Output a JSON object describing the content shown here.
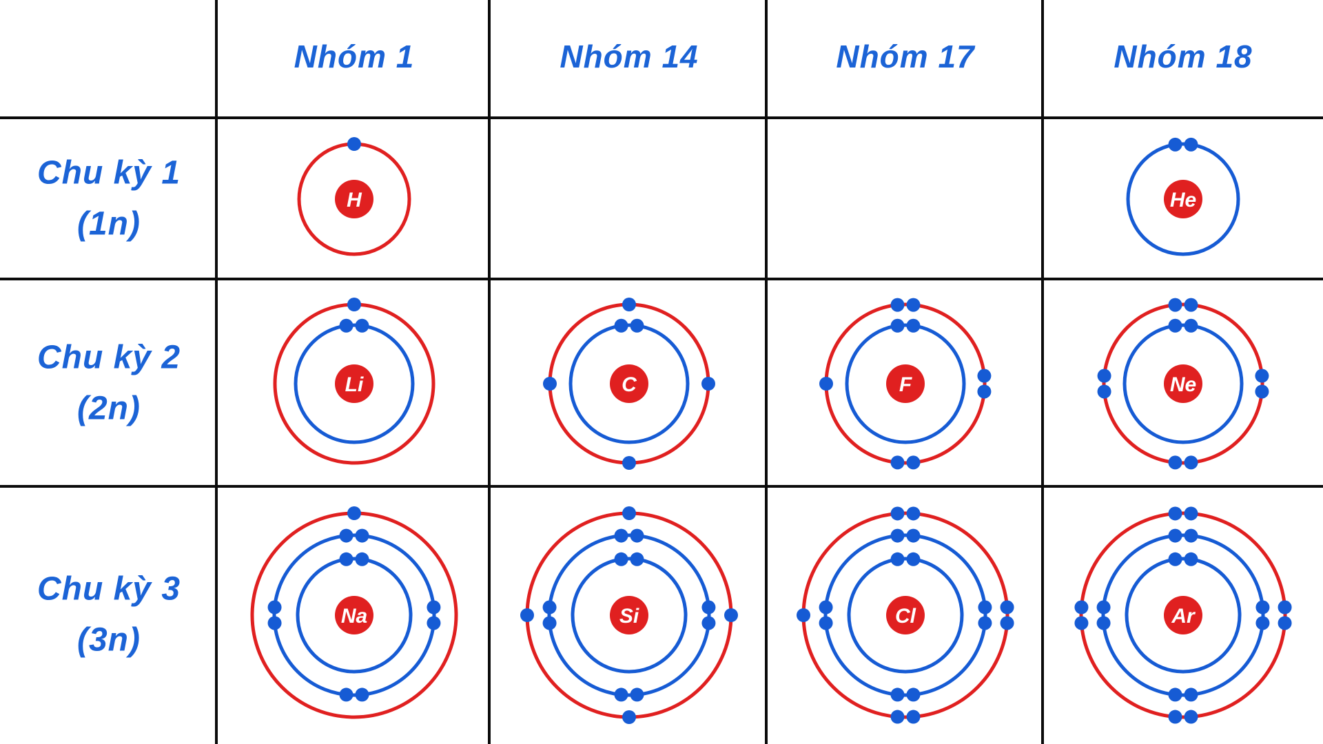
{
  "columns": [
    "Nhóm 1",
    "Nhóm 14",
    "Nhóm 17",
    "Nhóm 18"
  ],
  "rows": [
    {
      "label": "Chu kỳ 1",
      "sublabel": "(1n)",
      "cells": [
        {
          "symbol": "H",
          "electrons_per_shell": [
            1
          ],
          "shells": [
            {
              "color": "red",
              "electrons": [
                {
                  "angle": 90,
                  "pair": false
                }
              ]
            }
          ]
        },
        null,
        null,
        {
          "symbol": "He",
          "electrons_per_shell": [
            2
          ],
          "shells": [
            {
              "color": "blue",
              "electrons": [
                {
                  "angle": 90,
                  "pair": true
                }
              ]
            }
          ]
        }
      ]
    },
    {
      "label": "Chu kỳ 2",
      "sublabel": "(2n)",
      "cells": [
        {
          "symbol": "Li",
          "electrons_per_shell": [
            2,
            1
          ],
          "shells": [
            {
              "color": "blue",
              "electrons": [
                {
                  "angle": 90,
                  "pair": true
                }
              ]
            },
            {
              "color": "red",
              "electrons": [
                {
                  "angle": 90,
                  "pair": false
                }
              ]
            }
          ]
        },
        {
          "symbol": "C",
          "electrons_per_shell": [
            2,
            4
          ],
          "shells": [
            {
              "color": "blue",
              "electrons": [
                {
                  "angle": 90,
                  "pair": true
                }
              ]
            },
            {
              "color": "red",
              "electrons": [
                {
                  "angle": 90,
                  "pair": false
                },
                {
                  "angle": 0,
                  "pair": false
                },
                {
                  "angle": 180,
                  "pair": false
                },
                {
                  "angle": 270,
                  "pair": false
                }
              ]
            }
          ]
        },
        {
          "symbol": "F",
          "electrons_per_shell": [
            2,
            7
          ],
          "shells": [
            {
              "color": "blue",
              "electrons": [
                {
                  "angle": 90,
                  "pair": true
                }
              ]
            },
            {
              "color": "red",
              "electrons": [
                {
                  "angle": 90,
                  "pair": true
                },
                {
                  "angle": 0,
                  "pair": true
                },
                {
                  "angle": 270,
                  "pair": true
                },
                {
                  "angle": 180,
                  "pair": false
                }
              ]
            }
          ]
        },
        {
          "symbol": "Ne",
          "electrons_per_shell": [
            2,
            8
          ],
          "shells": [
            {
              "color": "blue",
              "electrons": [
                {
                  "angle": 90,
                  "pair": true
                }
              ]
            },
            {
              "color": "red",
              "electrons": [
                {
                  "angle": 90,
                  "pair": true
                },
                {
                  "angle": 0,
                  "pair": true
                },
                {
                  "angle": 180,
                  "pair": true
                },
                {
                  "angle": 270,
                  "pair": true
                }
              ]
            }
          ]
        }
      ]
    },
    {
      "label": "Chu kỳ 3",
      "sublabel": "(3n)",
      "cells": [
        {
          "symbol": "Na",
          "electrons_per_shell": [
            2,
            8,
            1
          ],
          "shells": [
            {
              "color": "blue",
              "electrons": [
                {
                  "angle": 90,
                  "pair": true
                }
              ]
            },
            {
              "color": "blue",
              "electrons": [
                {
                  "angle": 90,
                  "pair": true
                },
                {
                  "angle": 0,
                  "pair": true
                },
                {
                  "angle": 180,
                  "pair": true
                },
                {
                  "angle": 270,
                  "pair": true
                }
              ]
            },
            {
              "color": "red",
              "electrons": [
                {
                  "angle": 90,
                  "pair": false
                }
              ]
            }
          ]
        },
        {
          "symbol": "Si",
          "electrons_per_shell": [
            2,
            8,
            4
          ],
          "shells": [
            {
              "color": "blue",
              "electrons": [
                {
                  "angle": 90,
                  "pair": true
                }
              ]
            },
            {
              "color": "blue",
              "electrons": [
                {
                  "angle": 90,
                  "pair": true
                },
                {
                  "angle": 0,
                  "pair": true
                },
                {
                  "angle": 180,
                  "pair": true
                },
                {
                  "angle": 270,
                  "pair": true
                }
              ]
            },
            {
              "color": "red",
              "electrons": [
                {
                  "angle": 90,
                  "pair": false
                },
                {
                  "angle": 0,
                  "pair": false
                },
                {
                  "angle": 180,
                  "pair": false
                },
                {
                  "angle": 270,
                  "pair": false
                }
              ]
            }
          ]
        },
        {
          "symbol": "Cl",
          "electrons_per_shell": [
            2,
            8,
            7
          ],
          "shells": [
            {
              "color": "blue",
              "electrons": [
                {
                  "angle": 90,
                  "pair": true
                }
              ]
            },
            {
              "color": "blue",
              "electrons": [
                {
                  "angle": 90,
                  "pair": true
                },
                {
                  "angle": 0,
                  "pair": true
                },
                {
                  "angle": 180,
                  "pair": true
                },
                {
                  "angle": 270,
                  "pair": true
                }
              ]
            },
            {
              "color": "red",
              "electrons": [
                {
                  "angle": 90,
                  "pair": true
                },
                {
                  "angle": 0,
                  "pair": true
                },
                {
                  "angle": 270,
                  "pair": true
                },
                {
                  "angle": 180,
                  "pair": false
                }
              ]
            }
          ]
        },
        {
          "symbol": "Ar",
          "electrons_per_shell": [
            2,
            8,
            8
          ],
          "shells": [
            {
              "color": "blue",
              "electrons": [
                {
                  "angle": 90,
                  "pair": true
                }
              ]
            },
            {
              "color": "blue",
              "electrons": [
                {
                  "angle": 90,
                  "pair": true
                },
                {
                  "angle": 0,
                  "pair": true
                },
                {
                  "angle": 180,
                  "pair": true
                },
                {
                  "angle": 270,
                  "pair": true
                }
              ]
            },
            {
              "color": "red",
              "electrons": [
                {
                  "angle": 90,
                  "pair": true
                },
                {
                  "angle": 0,
                  "pair": true
                },
                {
                  "angle": 180,
                  "pair": true
                },
                {
                  "angle": 270,
                  "pair": true
                }
              ]
            }
          ]
        }
      ]
    }
  ],
  "colors": {
    "shell_red": "#e02020",
    "shell_blue": "#165bd4",
    "electron_blue": "#165bd4",
    "nucleus_red": "#e02020",
    "nucleus_text": "#ffffff",
    "label_blue": "#1b63d6",
    "grid_black": "#0b0b0b"
  }
}
